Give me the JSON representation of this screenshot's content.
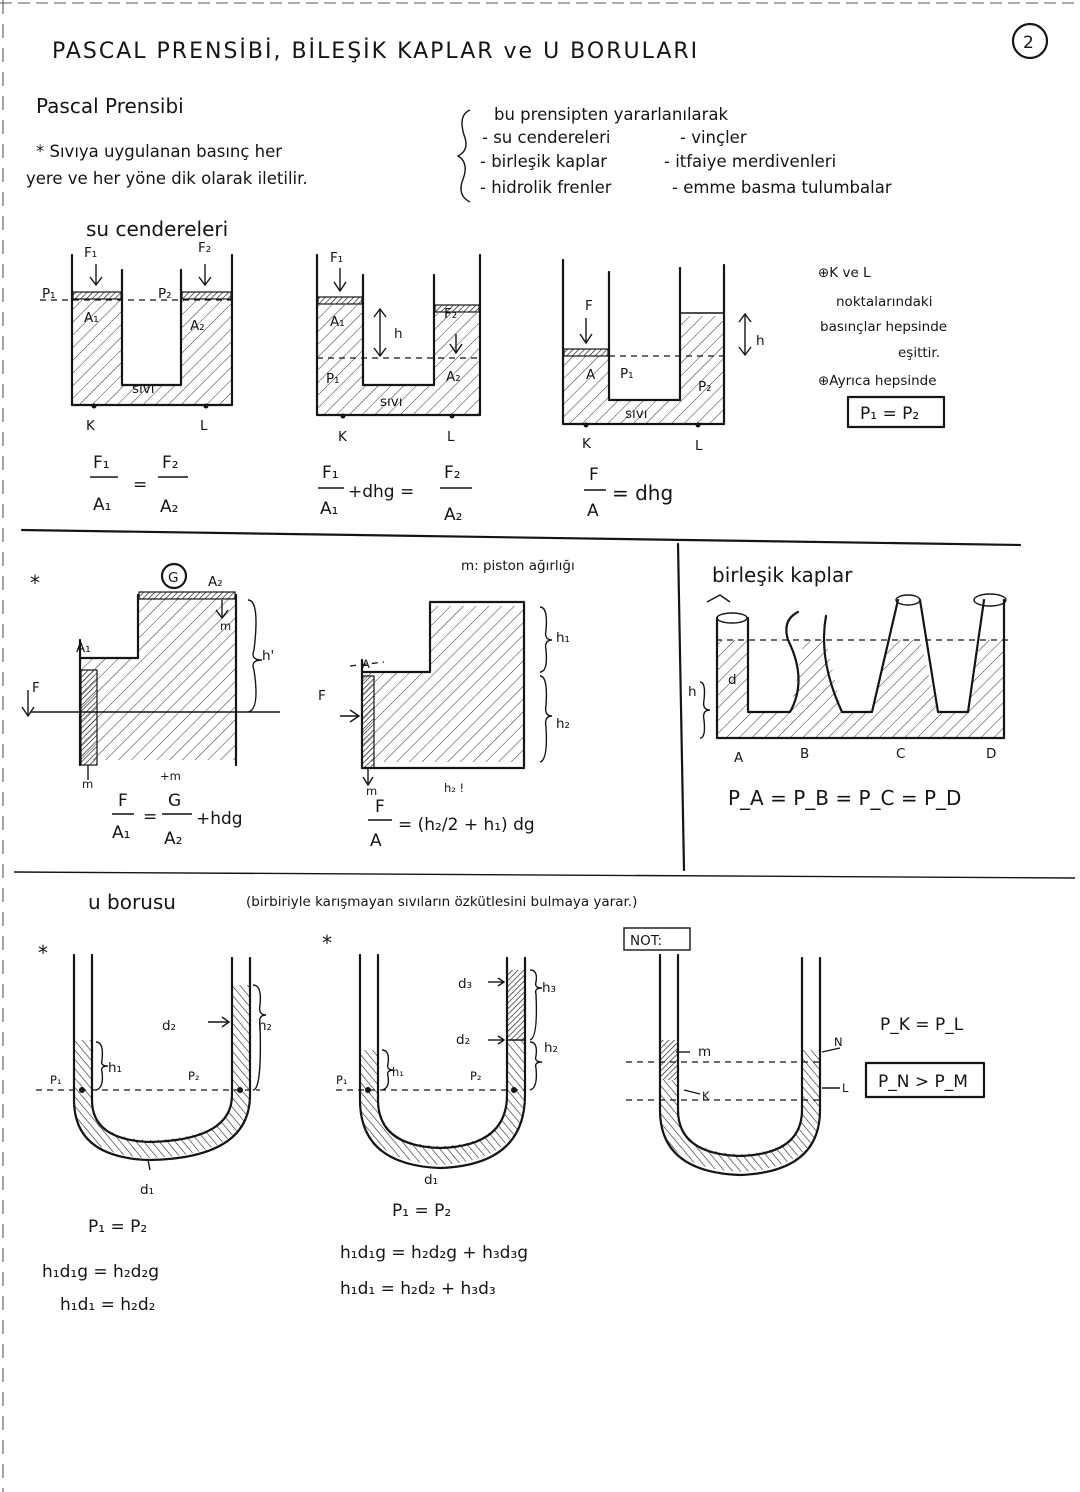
{
  "header": {
    "title": "PASCAL PRENSİBİ, BİLEŞİK KAPLAR ve U BORULARI",
    "page_number": "2"
  },
  "pascal": {
    "subtitle": "Pascal Prensibi",
    "statement_line1": "* Sıvıya uygulanan basınç her",
    "statement_line2": "yere ve her yöne dik olarak iletilir.",
    "apps_intro": "bu prensipten yararlanılarak",
    "app_1": "- su cendereleri",
    "app_2": "- vinçler",
    "app_3": "- birleşik kaplar",
    "app_4": "- itfaiye merdivenleri",
    "app_5": "- hidrolik frenler",
    "app_6": "- emme basma tulumbalar"
  },
  "cendere": {
    "heading": "su cendereleri",
    "label_F1": "F₁",
    "label_F2": "F₂",
    "label_A1": "A₁",
    "label_A2": "A₂",
    "label_P1": "P₁",
    "label_P2": "P₂",
    "label_F": "F",
    "label_A": "A",
    "label_h": "h",
    "label_K": "K",
    "label_L": "L",
    "label_sivi": "sıvı",
    "eq1_lhs": "F₁",
    "eq1_lhs_den": "A₁",
    "eq1_rhs": "F₂",
    "eq1_rhs_den": "A₂",
    "eq2_lhs": "F₁",
    "eq2_lhs_den": "A₁",
    "eq2_mid": "+dhg =",
    "eq2_rhs": "F₂",
    "eq2_rhs_den": "A₂",
    "eq3_lhs": "F",
    "eq3_lhs_den": "A",
    "eq3_rhs": "= dhg",
    "note_line1": "⊕K ve L",
    "note_line2": "noktalarındaki",
    "note_line3": "basınçlar hepsinde",
    "note_line4": "eşittir.",
    "note_line5": "⊕Ayrıca hepsinde",
    "note_box": "P₁ = P₂"
  },
  "weights": {
    "star": "*",
    "label_G": "G",
    "label_A2": "A₂",
    "label_A1": "A₁",
    "label_m": "m",
    "label_plus_m": "+m",
    "label_F": "F",
    "label_A": "A",
    "label_h": "h'",
    "label_h1": "h₁",
    "label_h2": "h₂",
    "piston_note": "m: piston ağırlığı",
    "eq1_lhs": "F",
    "eq1_lhs_den": "A₁",
    "eq1_mid": "=",
    "eq1_num": "G",
    "eq1_den": "A₂",
    "eq1_rhs": "+hdg",
    "eq2_lhs": "F",
    "eq2_lhs_den": "A",
    "eq2_rhs": "= (h₂/2 + h₁) dg",
    "eq2_small": "h₂ !"
  },
  "birlesik": {
    "heading": "birleşik kaplar",
    "label_h": "h",
    "label_d": "d",
    "label_A": "A",
    "label_B": "B",
    "label_C": "C",
    "label_D": "D",
    "equation": "P_A = P_B = P_C = P_D"
  },
  "u_tube": {
    "heading": "u borusu",
    "description": "(birbiriyle karışmayan sıvıların özkütlesini bulmaya yarar.)",
    "star": "*",
    "label_d1": "d₁",
    "label_d2": "d₂",
    "label_d3": "d₃",
    "label_h1": "h₁",
    "label_h2": "h₂",
    "label_h3": "h₃",
    "label_P1": "P₁",
    "label_P2": "P₂",
    "label_m": "m",
    "label_K": "K",
    "label_L": "L",
    "label_N": "N",
    "note": "NOT:",
    "eq1_a": "P₁ = P₂",
    "eq1_b": "h₁d₁g = h₂d₂g",
    "eq1_c": "h₁d₁ = h₂d₂",
    "eq2_a": "P₁ = P₂",
    "eq2_b": "h₁d₁g = h₂d₂g + h₃d₃g",
    "eq2_c": "h₁d₁ = h₂d₂ + h₃d₃",
    "eq3_a": "P_K = P_L",
    "eq3_box": "P_N > P_M"
  }
}
